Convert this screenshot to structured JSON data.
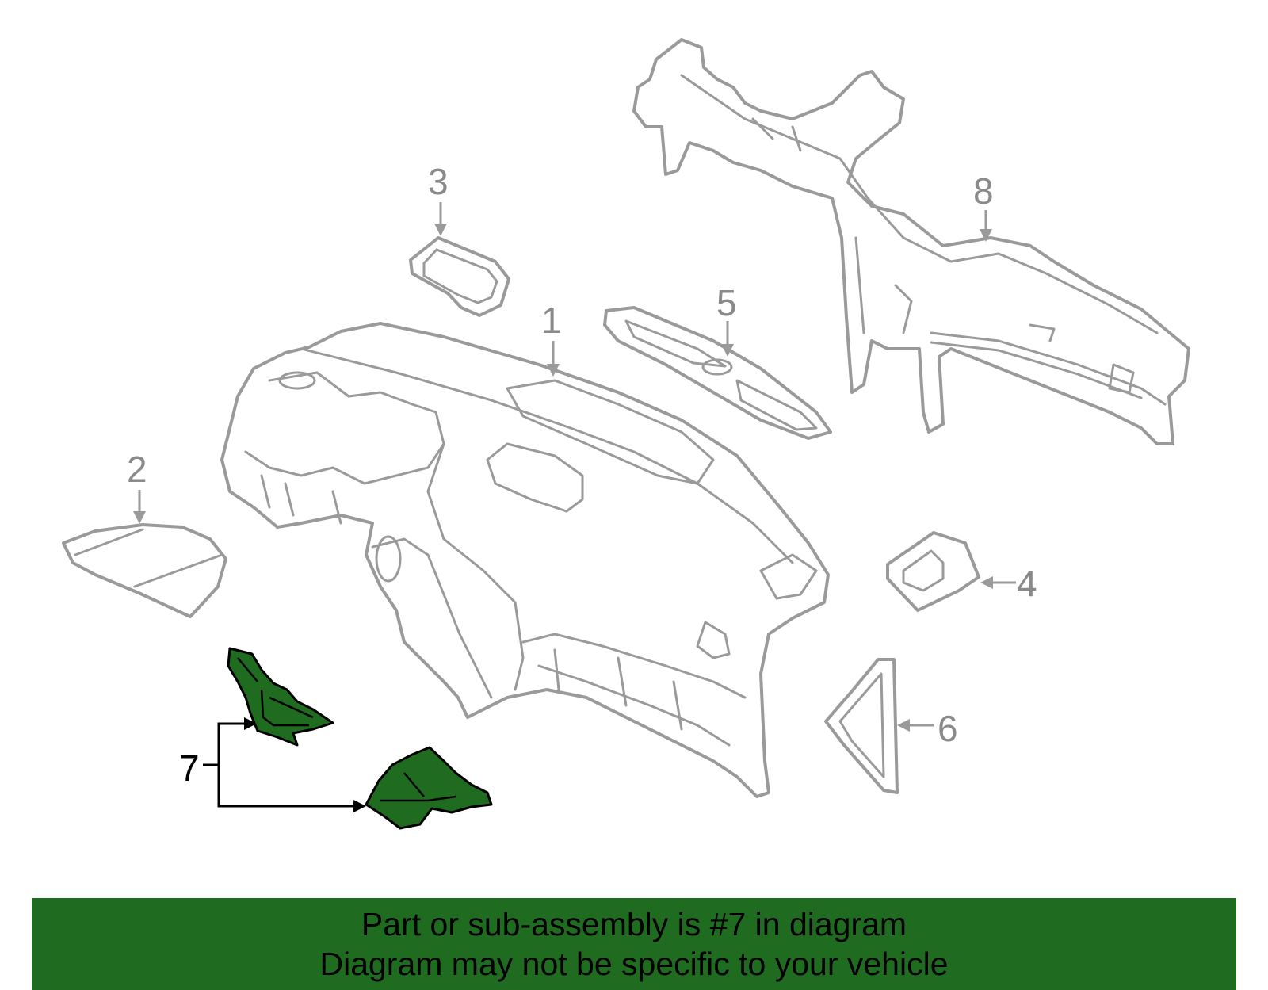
{
  "callouts": {
    "c1": "1",
    "c2": "2",
    "c3": "3",
    "c4": "4",
    "c5": "5",
    "c6": "6",
    "c7": "7",
    "c8": "8"
  },
  "banner": {
    "line1": "Part or sub-assembly is #7 in diagram",
    "line2": "Diagram may not be specific to your vehicle"
  },
  "colors": {
    "highlight": "#1f6b1f",
    "part_outline": "#9a9a9a",
    "banner_background": "#1f6b1f"
  }
}
